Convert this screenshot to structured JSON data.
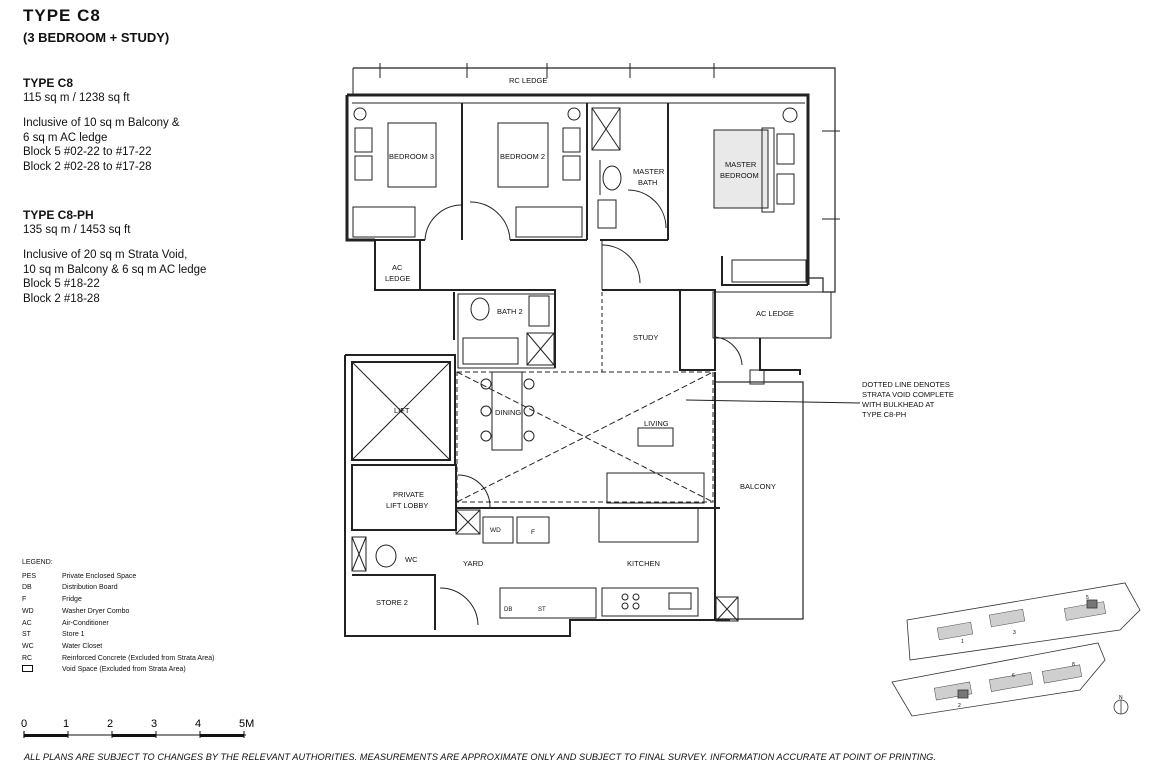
{
  "header": {
    "title": "TYPE  C8",
    "subtitle": "(3 BEDROOM + STUDY)"
  },
  "unit_c8": {
    "title": "TYPE C8",
    "area": "115 sq m / 1238 sq ft",
    "lines": [
      "Inclusive of 10 sq m Balcony &",
      "6 sq m AC ledge",
      "Block 5 #02-22 to #17-22",
      "Block 2 #02-28 to #17-28"
    ]
  },
  "unit_c8ph": {
    "title": "TYPE C8-PH",
    "area": "135 sq m / 1453 sq ft",
    "lines": [
      "Inclusive of 20 sq m Strata Void,",
      "10 sq m Balcony & 6 sq m AC ledge",
      "Block 5 #18-22",
      "Block 2 #18-28"
    ]
  },
  "legend": {
    "heading": "LEGEND:",
    "items": [
      {
        "abbr": "PES",
        "desc": "Private Enclosed Space"
      },
      {
        "abbr": "DB",
        "desc": "Distribution Board"
      },
      {
        "abbr": "F",
        "desc": "Fridge"
      },
      {
        "abbr": "WD",
        "desc": "Washer Dryer Combo"
      },
      {
        "abbr": "AC",
        "desc": "Air-Conditioner"
      },
      {
        "abbr": "ST",
        "desc": "Store 1"
      },
      {
        "abbr": "WC",
        "desc": "Water Closet"
      },
      {
        "abbr": "RC",
        "desc": "Reinforced Concrete (Excluded from Strata Area)"
      }
    ],
    "void_desc": "Void Space (Excluded from Strata Area)"
  },
  "scale_bar": {
    "labels": [
      "0",
      "1",
      "2",
      "3",
      "4",
      "5M"
    ]
  },
  "rooms": {
    "rc_ledge": "RC LEDGE",
    "bedroom3": "BEDROOM 3",
    "bedroom2": "BEDROOM 2",
    "master_bath_1": "MASTER",
    "master_bath_2": "BATH",
    "master_bedroom_1": "MASTER",
    "master_bedroom_2": "BEDROOM",
    "ac_ledge_left_1": "AC",
    "ac_ledge_left_2": "LEDGE",
    "bath2": "BATH 2",
    "study": "STUDY",
    "ac_ledge_right": "AC LEDGE",
    "lift": "LIFT",
    "dining": "DINING",
    "living": "LIVING",
    "balcony": "BALCONY",
    "private_lift_lobby_1": "PRIVATE",
    "private_lift_lobby_2": "LIFT LOBBY",
    "wd": "WD",
    "f": "F",
    "wc": "WC",
    "yard": "YARD",
    "kitchen": "KITCHEN",
    "store2": "STORE 2",
    "db": "DB",
    "st": "ST"
  },
  "annotation": {
    "lines": [
      "DOTTED LINE DENOTES",
      "STRATA VOID COMPLETE",
      "WITH BULKHEAD AT",
      "TYPE C8-PH"
    ]
  },
  "site_plan": {
    "blocks": [
      "5",
      "3",
      "1",
      "8",
      "6",
      "2"
    ],
    "north": "N"
  },
  "disclaimer": "ALL PLANS ARE SUBJECT TO CHANGES BY THE RELEVANT AUTHORITIES. MEASUREMENTS ARE APPROXIMATE ONLY AND SUBJECT TO FINAL SURVEY. INFORMATION ACCURATE AT POINT OF PRINTING."
}
